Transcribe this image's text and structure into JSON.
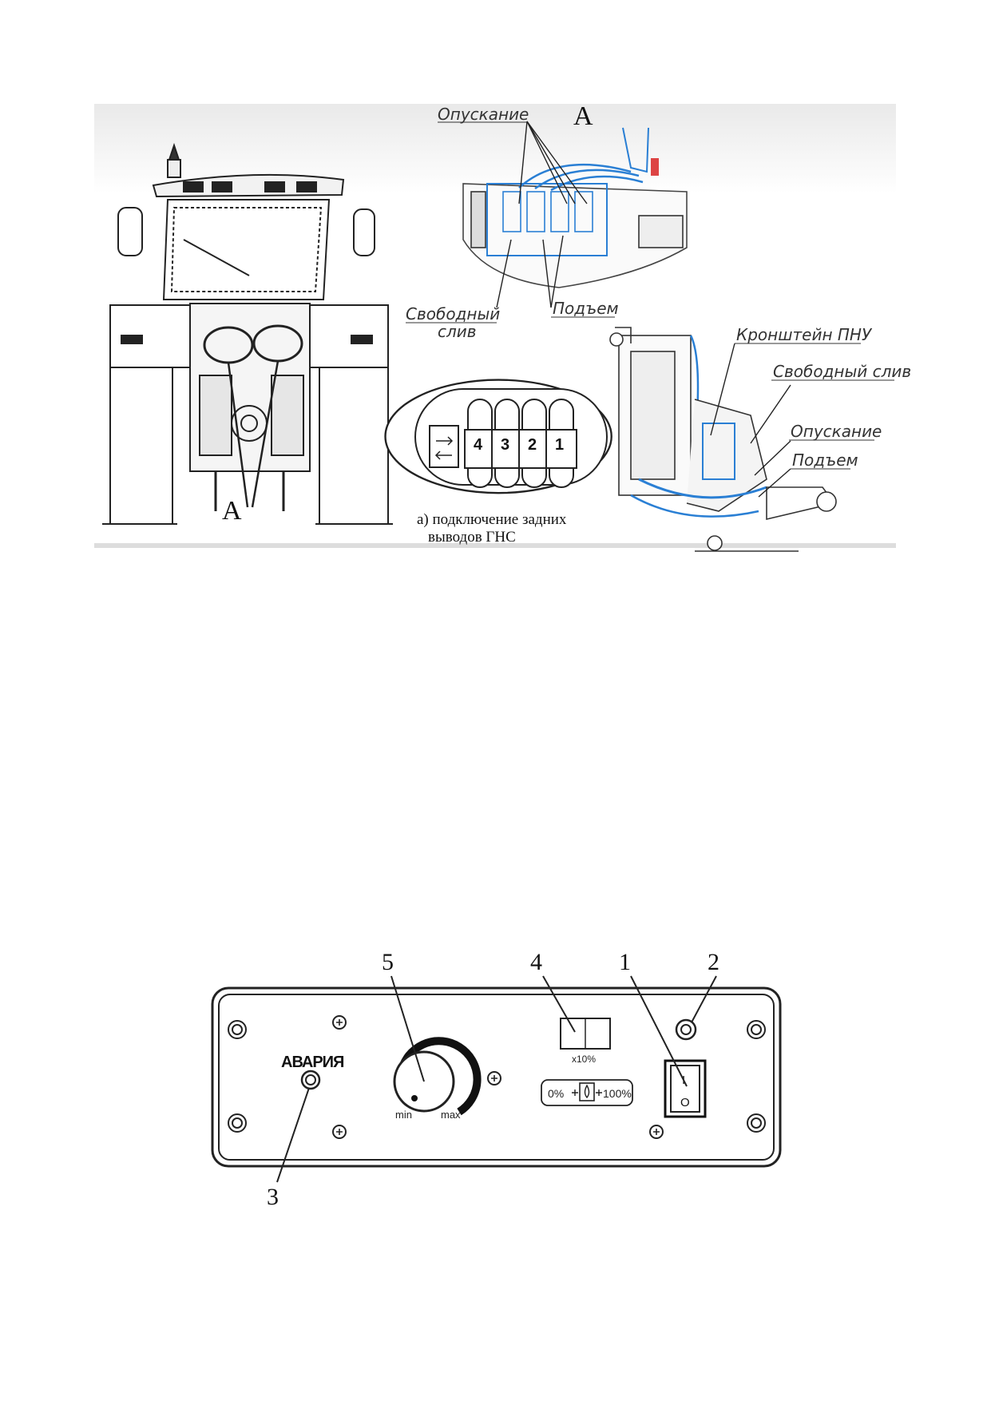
{
  "figure_top": {
    "view_letter_large": "А",
    "view_letter_small": "А",
    "labels": {
      "lowering_top": "Опускание",
      "free_drain_1": "Свободный",
      "free_drain_2": "слив",
      "lift_top": "Подъем",
      "bracket": "Кронштейн ПНУ",
      "free_drain_right": "Свободный слив",
      "lowering_right": "Опускание",
      "lift_right": "Подъем"
    },
    "caption_line1": "а) подключение задних",
    "caption_line2": "выводов ГНС",
    "outlet_numbers": [
      "4",
      "3",
      "2",
      "1"
    ]
  },
  "figure_bottom": {
    "callouts": {
      "c1": "1",
      "c2": "2",
      "c3": "3",
      "c4": "4",
      "c5": "5"
    },
    "alarm_label": "АВАРИЯ",
    "knob_min": "min",
    "knob_max": "max",
    "display_unit": "x10%",
    "gauge_left": "0%",
    "gauge_right": "100%",
    "switch_on": "I",
    "switch_off": "O"
  },
  "colors": {
    "hydraulic_blue": "#2a7fd4",
    "line_dark": "#222222"
  }
}
